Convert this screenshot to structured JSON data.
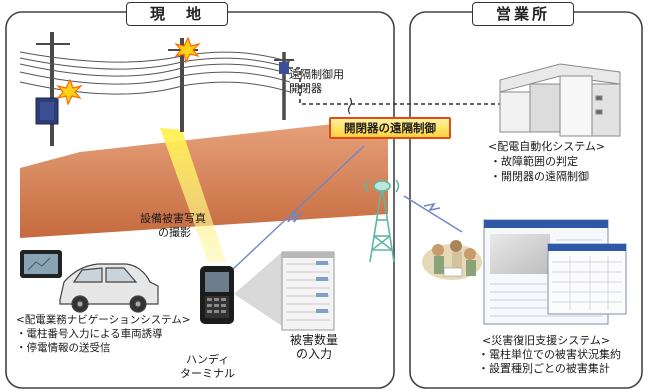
{
  "panels": {
    "field_title": "現　地",
    "office_title": "営業所"
  },
  "center_label": "開閉器の遠隔制御",
  "labels": {
    "remote_switch_line1": "遠隔制御用",
    "remote_switch_line2": "開閉器",
    "photo_line1": "設備被害写真",
    "photo_line2": "の撮影",
    "terminal_line1": "ハンディ",
    "terminal_line2": "ターミナル",
    "damage_line1": "被害数量",
    "damage_line2": "の入力"
  },
  "systems": {
    "navigation": {
      "title": "<配電業務ナビゲーションシステム>",
      "items": [
        "・電柱番号入力による車両誘導",
        "・停電情報の送受信"
      ]
    },
    "automation": {
      "title": "<配電自動化システム>",
      "items": [
        "・故障範囲の判定",
        "・開閉器の遠隔制御"
      ]
    },
    "disaster": {
      "title": "<災害復旧支援システム>",
      "items": [
        "・電柱単位での被害状況集約",
        "・設置種別ごとの被害集計"
      ]
    }
  },
  "colors": {
    "road": "#c66a3e",
    "highlight": "#fff04a",
    "radio_wave": "#6f86c8",
    "tower": "#6fc8b5",
    "label_border": "#e24a1a"
  },
  "icons": [
    "spark-icon",
    "transformer-icon",
    "car-icon",
    "car-navigation-icon",
    "handy-terminal-icon",
    "radio-tower-icon",
    "radio-wave-icon",
    "server-rack-icon",
    "monitor-icon",
    "workers-icon"
  ]
}
